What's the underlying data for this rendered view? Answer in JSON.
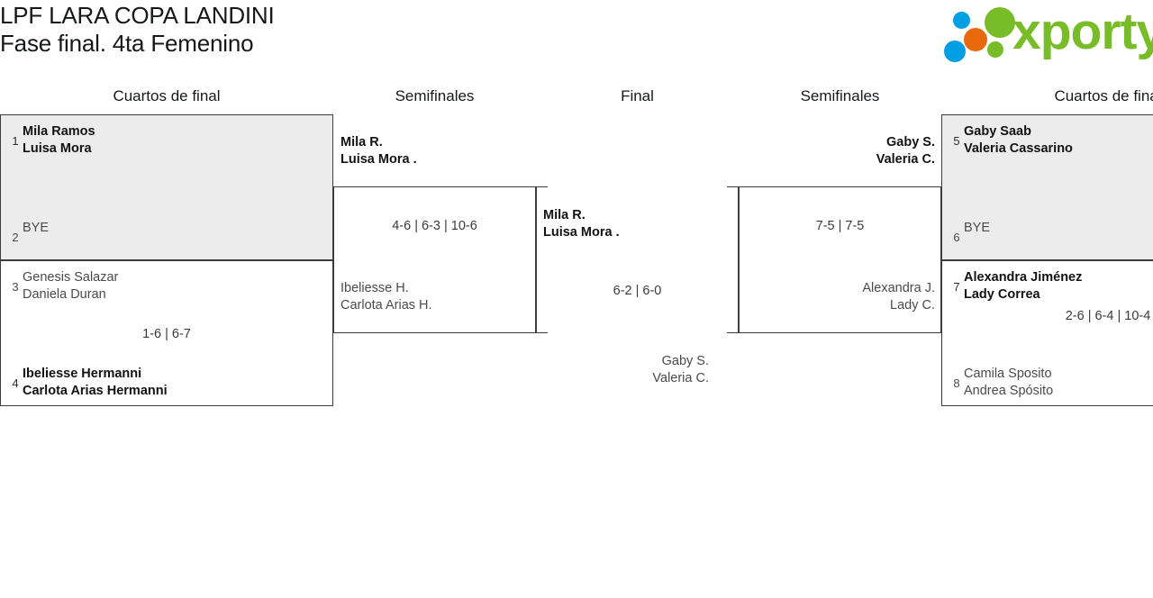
{
  "header": {
    "title_line_1": "LPF LARA COPA LANDINI",
    "title_line_2": "Fase final. 4ta Femenino",
    "logo_word": "xporty",
    "logo_colors": {
      "green": "#78bc27",
      "blue": "#009fe3",
      "orange": "#e8690b"
    }
  },
  "rounds": [
    {
      "label": "Cuartos de final"
    },
    {
      "label": "Semifinales"
    },
    {
      "label": "Final"
    },
    {
      "label": "Semifinales"
    },
    {
      "label": "Cuartos de final"
    }
  ],
  "matches": {
    "qf1": {
      "top": {
        "seed": "1",
        "line1": "Mila Ramos",
        "line2": "Luisa Mora",
        "winner": true
      },
      "bottom": {
        "seed": "2",
        "line1": "BYE",
        "line2": "",
        "winner": false
      },
      "score": ""
    },
    "qf2": {
      "top": {
        "seed": "3",
        "line1": "Genesis Salazar",
        "line2": "Daniela Duran",
        "winner": false
      },
      "bottom": {
        "seed": "4",
        "line1": "Ibeliesse Hermanni",
        "line2": "Carlota Arias Hermanni",
        "winner": true
      },
      "score": "1-6 | 6-7"
    },
    "qf3": {
      "top": {
        "seed": "5",
        "line1": "Gaby Saab",
        "line2": "Valeria Cassarino",
        "winner": true
      },
      "bottom": {
        "seed": "6",
        "line1": "BYE",
        "line2": "",
        "winner": false
      },
      "score": ""
    },
    "qf4": {
      "top": {
        "seed": "7",
        "line1": "Alexandra Jiménez",
        "line2": "Lady Correa",
        "winner": true
      },
      "bottom": {
        "seed": "8",
        "line1": "Camila Sposito",
        "line2": "Andrea Spósito",
        "winner": false
      },
      "score": "2-6 | 6-4 | 10-4"
    },
    "sf1": {
      "top": {
        "line1": "Mila R.",
        "line2": "Luisa Mora .",
        "winner": true
      },
      "bottom": {
        "line1": "Ibeliesse H.",
        "line2": "Carlota Arias H.",
        "winner": false
      },
      "score": "4-6 | 6-3 | 10-6"
    },
    "sf2": {
      "top": {
        "line1": "Gaby S.",
        "line2": "Valeria C.",
        "winner": true
      },
      "bottom": {
        "line1": "Alexandra J.",
        "line2": "Lady C.",
        "winner": false
      },
      "score": "7-5 | 7-5"
    },
    "final": {
      "top": {
        "line1": "Mila R.",
        "line2": "Luisa Mora .",
        "winner": true
      },
      "bottom": {
        "line1": "Gaby S.",
        "line2": "Valeria C.",
        "winner": false
      },
      "score": "6-2 | 6-0"
    }
  }
}
